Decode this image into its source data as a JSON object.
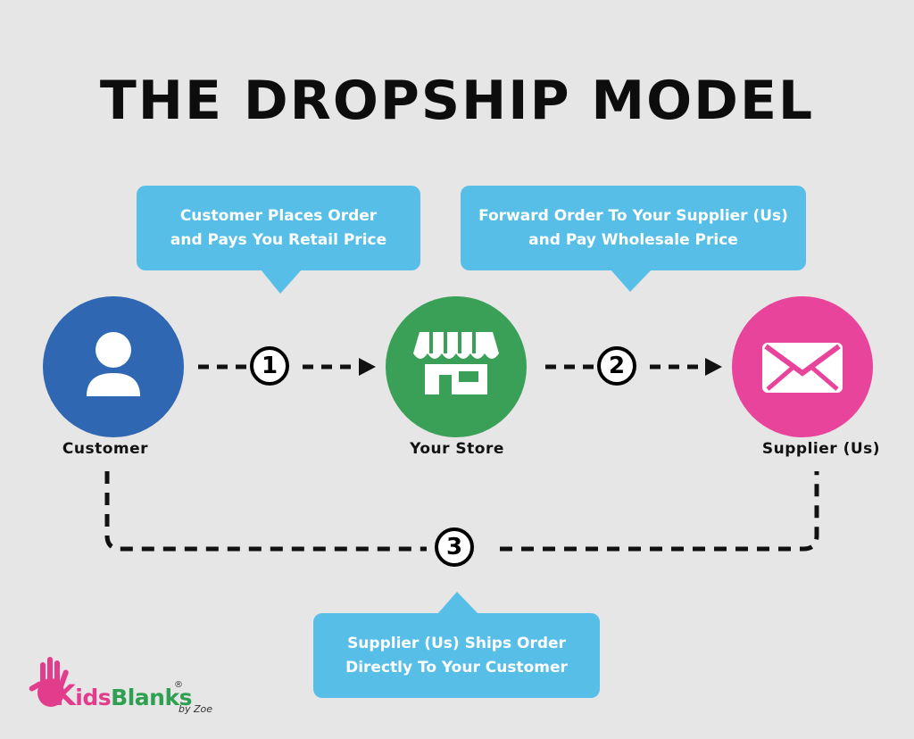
{
  "title": "THE DROPSHIP MODEL",
  "colors": {
    "background": "#e6e6e6",
    "bubble": "#57bfe7",
    "customer": "#2f67b2",
    "store": "#3aa058",
    "supplier": "#e8449b",
    "connector": "#111111"
  },
  "callouts": {
    "order": {
      "line1": "Customer Places Order",
      "line2": "and Pays You Retail Price"
    },
    "forward": {
      "line1": "Forward Order To Your Supplier (Us)",
      "line2": "and Pay Wholesale Price"
    },
    "ship": {
      "line1": "Supplier (Us) Ships Order",
      "line2": "Directly To Your Customer"
    }
  },
  "nodes": {
    "customer": {
      "label": "Customer",
      "icon": "person-icon"
    },
    "store": {
      "label": "Your Store",
      "icon": "storefront-icon"
    },
    "supplier": {
      "label": "Supplier (Us)",
      "icon": "envelope-icon"
    }
  },
  "steps": [
    "1",
    "2",
    "3"
  ],
  "logo": {
    "brand_k": "K",
    "brand_ids": "ids",
    "brand_blanks": "Blanks",
    "registered": "®",
    "byline": "by Zoe",
    "pink": "#e23c8c",
    "green": "#2fa052"
  }
}
